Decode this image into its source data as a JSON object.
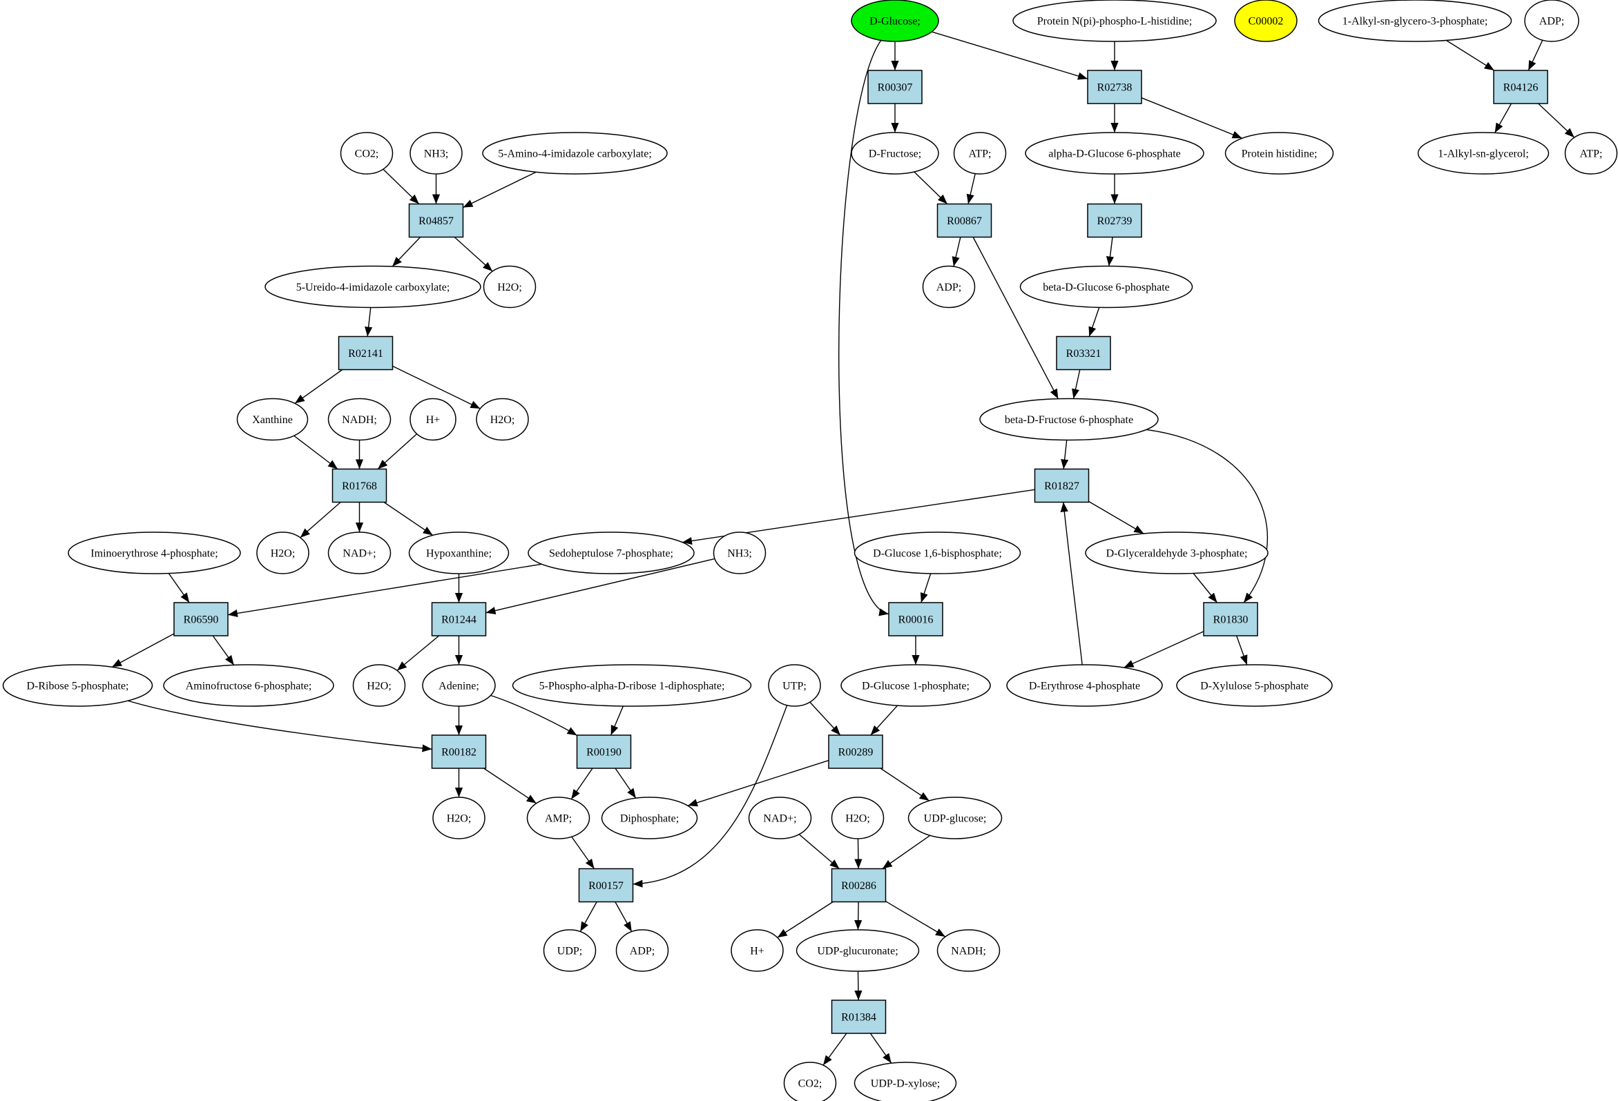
{
  "colors": {
    "highlight_green": "#00ee00",
    "highlight_yellow": "#ffff00",
    "reaction_fill": "#add8e6",
    "compound_fill": "#ffffff"
  },
  "compounds": [
    {
      "id": "glc",
      "label": "D-Glucose;",
      "color": "#00ee00"
    },
    {
      "id": "phis",
      "label": "Protein N(pi)-phospho-L-histidine;"
    },
    {
      "id": "c2",
      "label": "C00002",
      "color": "#ffff00"
    },
    {
      "id": "alkp",
      "label": "1-Alkyl-sn-glycero-3-phosphate;"
    },
    {
      "id": "adp1",
      "label": "ADP;"
    },
    {
      "id": "co2a",
      "label": "CO2;"
    },
    {
      "id": "nh3a",
      "label": "NH3;"
    },
    {
      "id": "aic",
      "label": "5-Amino-4-imidazole carboxylate;"
    },
    {
      "id": "fru",
      "label": "D-Fructose;"
    },
    {
      "id": "atp1",
      "label": "ATP;"
    },
    {
      "id": "ag6p",
      "label": "alpha-D-Glucose 6-phosphate"
    },
    {
      "id": "his",
      "label": "Protein histidine;"
    },
    {
      "id": "alkg",
      "label": "1-Alkyl-sn-glycerol;"
    },
    {
      "id": "atp2",
      "label": "ATP;"
    },
    {
      "id": "uic",
      "label": "5-Ureido-4-imidazole carboxylate;"
    },
    {
      "id": "h2oa",
      "label": "H2O;"
    },
    {
      "id": "adp2",
      "label": "ADP;"
    },
    {
      "id": "bg6p",
      "label": "beta-D-Glucose 6-phosphate"
    },
    {
      "id": "xan",
      "label": "Xanthine"
    },
    {
      "id": "nadh1",
      "label": "NADH;"
    },
    {
      "id": "hp1",
      "label": "H+"
    },
    {
      "id": "h2ob",
      "label": "H2O;"
    },
    {
      "id": "bf6p",
      "label": "beta-D-Fructose 6-phosphate"
    },
    {
      "id": "h2oc",
      "label": "H2O;"
    },
    {
      "id": "nad1",
      "label": "NAD+;"
    },
    {
      "id": "hyp",
      "label": "Hypoxanthine;"
    },
    {
      "id": "ie4p",
      "label": "Iminoerythrose 4-phosphate;"
    },
    {
      "id": "s7p",
      "label": "Sedoheptulose 7-phosphate;"
    },
    {
      "id": "nh3b",
      "label": "NH3;"
    },
    {
      "id": "g16bp",
      "label": "D-Glucose 1,6-bisphosphate;"
    },
    {
      "id": "ga3p",
      "label": "D-Glyceraldehyde 3-phosphate;"
    },
    {
      "id": "r5p",
      "label": "D-Ribose 5-phosphate;"
    },
    {
      "id": "af6p",
      "label": "Aminofructose 6-phosphate;"
    },
    {
      "id": "h2od",
      "label": "H2O;"
    },
    {
      "id": "ade",
      "label": "Adenine;"
    },
    {
      "id": "prpp",
      "label": "5-Phospho-alpha-D-ribose 1-diphosphate;"
    },
    {
      "id": "utp",
      "label": "UTP;"
    },
    {
      "id": "g1p",
      "label": "D-Glucose 1-phosphate;"
    },
    {
      "id": "e4p",
      "label": "D-Erythrose 4-phosphate"
    },
    {
      "id": "xu5p",
      "label": "D-Xylulose 5-phosphate"
    },
    {
      "id": "h2oe",
      "label": "H2O;"
    },
    {
      "id": "amp",
      "label": "AMP;"
    },
    {
      "id": "ppi",
      "label": "Diphosphate;"
    },
    {
      "id": "nad2",
      "label": "NAD+;"
    },
    {
      "id": "h2of",
      "label": "H2O;"
    },
    {
      "id": "udpg",
      "label": "UDP-glucose;"
    },
    {
      "id": "udp",
      "label": "UDP;"
    },
    {
      "id": "adp3",
      "label": "ADP;"
    },
    {
      "id": "hp2",
      "label": "H+"
    },
    {
      "id": "udpga",
      "label": "UDP-glucuronate;"
    },
    {
      "id": "nadh2",
      "label": "NADH;"
    },
    {
      "id": "co2b",
      "label": "CO2;"
    },
    {
      "id": "udpx",
      "label": "UDP-D-xylose;"
    }
  ],
  "reactions": [
    {
      "id": "R00307",
      "label": "R00307"
    },
    {
      "id": "R02738",
      "label": "R02738"
    },
    {
      "id": "R04126",
      "label": "R04126"
    },
    {
      "id": "R04857",
      "label": "R04857"
    },
    {
      "id": "R00867",
      "label": "R00867"
    },
    {
      "id": "R02739",
      "label": "R02739"
    },
    {
      "id": "R02141",
      "label": "R02141"
    },
    {
      "id": "R03321",
      "label": "R03321"
    },
    {
      "id": "R01768",
      "label": "R01768"
    },
    {
      "id": "R01827",
      "label": "R01827"
    },
    {
      "id": "R06590",
      "label": "R06590"
    },
    {
      "id": "R01244",
      "label": "R01244"
    },
    {
      "id": "R00016",
      "label": "R00016"
    },
    {
      "id": "R01830",
      "label": "R01830"
    },
    {
      "id": "R00182",
      "label": "R00182"
    },
    {
      "id": "R00190",
      "label": "R00190"
    },
    {
      "id": "R00289",
      "label": "R00289"
    },
    {
      "id": "R00157",
      "label": "R00157"
    },
    {
      "id": "R00286",
      "label": "R00286"
    },
    {
      "id": "R01384",
      "label": "R01384"
    }
  ],
  "edges": [
    [
      "glc",
      "R00307"
    ],
    [
      "glc",
      "R02738"
    ],
    [
      "glc",
      "R00016"
    ],
    [
      "phis",
      "R02738"
    ],
    [
      "alkp",
      "R04126"
    ],
    [
      "adp1",
      "R04126"
    ],
    [
      "R00307",
      "fru"
    ],
    [
      "R02738",
      "ag6p"
    ],
    [
      "R02738",
      "his"
    ],
    [
      "R04126",
      "alkg"
    ],
    [
      "R04126",
      "atp2"
    ],
    [
      "co2a",
      "R04857"
    ],
    [
      "nh3a",
      "R04857"
    ],
    [
      "aic",
      "R04857"
    ],
    [
      "R04857",
      "uic"
    ],
    [
      "R04857",
      "h2oa"
    ],
    [
      "fru",
      "R00867"
    ],
    [
      "atp1",
      "R00867"
    ],
    [
      "R00867",
      "adp2"
    ],
    [
      "R00867",
      "bf6p"
    ],
    [
      "ag6p",
      "R02739"
    ],
    [
      "R02739",
      "bg6p"
    ],
    [
      "uic",
      "R02141"
    ],
    [
      "R02141",
      "xan"
    ],
    [
      "R02141",
      "h2ob"
    ],
    [
      "bg6p",
      "R03321"
    ],
    [
      "R03321",
      "bf6p"
    ],
    [
      "xan",
      "R01768"
    ],
    [
      "nadh1",
      "R01768"
    ],
    [
      "hp1",
      "R01768"
    ],
    [
      "R01768",
      "h2oc"
    ],
    [
      "R01768",
      "nad1"
    ],
    [
      "R01768",
      "hyp"
    ],
    [
      "bf6p",
      "R01827"
    ],
    [
      "bf6p",
      "R01830"
    ],
    [
      "R01827",
      "s7p"
    ],
    [
      "R01827",
      "ga3p"
    ],
    [
      "e4p",
      "R01827"
    ],
    [
      "ie4p",
      "R06590"
    ],
    [
      "s7p",
      "R06590"
    ],
    [
      "R06590",
      "r5p"
    ],
    [
      "R06590",
      "af6p"
    ],
    [
      "hyp",
      "R01244"
    ],
    [
      "nh3b",
      "R01244"
    ],
    [
      "R01244",
      "h2od"
    ],
    [
      "R01244",
      "ade"
    ],
    [
      "g16bp",
      "R00016"
    ],
    [
      "R00016",
      "g1p"
    ],
    [
      "ga3p",
      "R01830"
    ],
    [
      "R01830",
      "e4p"
    ],
    [
      "R01830",
      "xu5p"
    ],
    [
      "r5p",
      "R00182"
    ],
    [
      "ade",
      "R00182"
    ],
    [
      "ade",
      "R00190"
    ],
    [
      "prpp",
      "R00190"
    ],
    [
      "R00182",
      "h2oe"
    ],
    [
      "R00182",
      "amp"
    ],
    [
      "R00190",
      "amp"
    ],
    [
      "R00190",
      "ppi"
    ],
    [
      "utp",
      "R00289"
    ],
    [
      "g1p",
      "R00289"
    ],
    [
      "utp",
      "R00157"
    ],
    [
      "R00289",
      "ppi"
    ],
    [
      "R00289",
      "udpg"
    ],
    [
      "amp",
      "R00157"
    ],
    [
      "R00157",
      "udp"
    ],
    [
      "R00157",
      "adp3"
    ],
    [
      "nad2",
      "R00286"
    ],
    [
      "h2of",
      "R00286"
    ],
    [
      "udpg",
      "R00286"
    ],
    [
      "R00286",
      "hp2"
    ],
    [
      "R00286",
      "udpga"
    ],
    [
      "R00286",
      "nadh2"
    ],
    [
      "udpga",
      "R01384"
    ],
    [
      "R01384",
      "co2b"
    ],
    [
      "R01384",
      "udpx"
    ]
  ]
}
